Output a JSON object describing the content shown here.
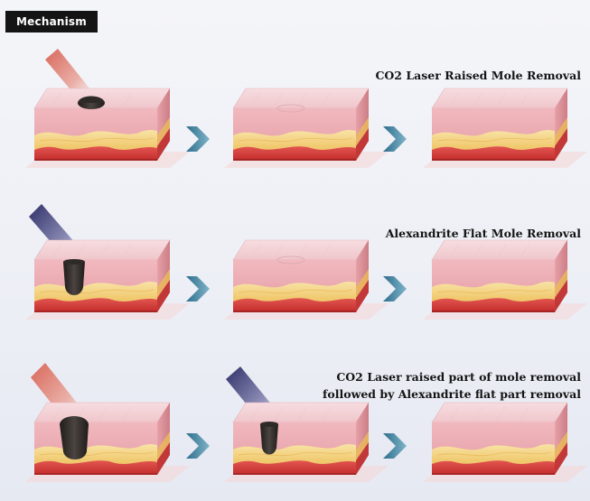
{
  "header": {
    "label": "Mechanism"
  },
  "rows": [
    {
      "title": "CO2 Laser Raised Mole Removal"
    },
    {
      "title": "Alexandrite Flat Mole Removal"
    },
    {
      "title_lines": [
        "CO2 Laser raised part of mole removal",
        "followed by Alexandrite flat part removal"
      ]
    }
  ],
  "colors": {
    "co2_laser": "#d9675a",
    "alexandrite_laser": "#3e3f78",
    "mole": "#2e2a28",
    "skin_top": "#f2cfd2",
    "dermis": "#e9a3aa",
    "fat": "#f4d27a",
    "muscle": "#d93a3a",
    "arrow": "#4a86a2"
  }
}
